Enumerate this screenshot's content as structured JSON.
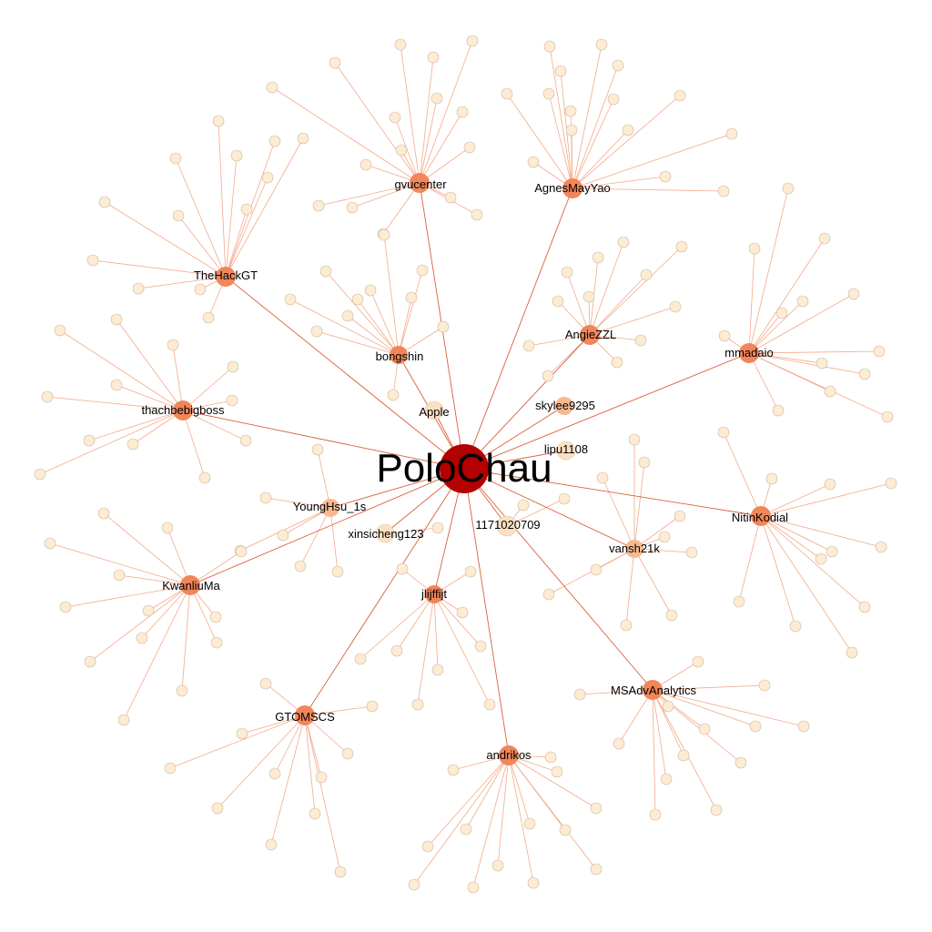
{
  "colors": {
    "center": "#b30000",
    "hub": "#f0865a",
    "mid": "#f7b98f",
    "light": "#fce0c4",
    "leaf": "#fdebd2",
    "edge_light": "#f4a98a",
    "edge_main": "#d9603b"
  },
  "graph": {
    "center": {
      "id": "polochau",
      "label": "PoloChau"
    },
    "hubs": [
      {
        "id": "gvucenter",
        "label": "gvucenter",
        "tone": "hub"
      },
      {
        "id": "agnesmayyao",
        "label": "AgnesMayYao",
        "tone": "hub"
      },
      {
        "id": "thehackgt",
        "label": "TheHackGT",
        "tone": "hub"
      },
      {
        "id": "angiezzl",
        "label": "AngieZZL",
        "tone": "hub"
      },
      {
        "id": "mmadaio",
        "label": "mmadaio",
        "tone": "hub"
      },
      {
        "id": "bongshin",
        "label": "bongshin",
        "tone": "hub"
      },
      {
        "id": "apple",
        "label": "Apple",
        "tone": "light"
      },
      {
        "id": "skylee9295",
        "label": "skylee9295",
        "tone": "mid"
      },
      {
        "id": "thachbebigboss",
        "label": "thachbebigboss",
        "tone": "hub"
      },
      {
        "id": "lipu1108",
        "label": "lipu1108",
        "tone": "light"
      },
      {
        "id": "younghsu_1s",
        "label": "YoungHsu_1s",
        "tone": "mid"
      },
      {
        "id": "n1171020709",
        "label": "1171020709",
        "tone": "light"
      },
      {
        "id": "nitinkodial",
        "label": "NitinKodial",
        "tone": "hub"
      },
      {
        "id": "xinsicheng123",
        "label": "xinsicheng123",
        "tone": "light"
      },
      {
        "id": "vansh21k",
        "label": "vansh21k",
        "tone": "mid"
      },
      {
        "id": "kwanliuma",
        "label": "KwanliuMa",
        "tone": "hub"
      },
      {
        "id": "jlijffijt",
        "label": "jlijffijt",
        "tone": "hub"
      },
      {
        "id": "msadvanalytics",
        "label": "MSAdvAnalytics",
        "tone": "hub"
      },
      {
        "id": "gtomscs",
        "label": "GTOMSCS",
        "tone": "hub"
      },
      {
        "id": "andrikos",
        "label": "andrikos",
        "tone": "hub"
      }
    ]
  }
}
